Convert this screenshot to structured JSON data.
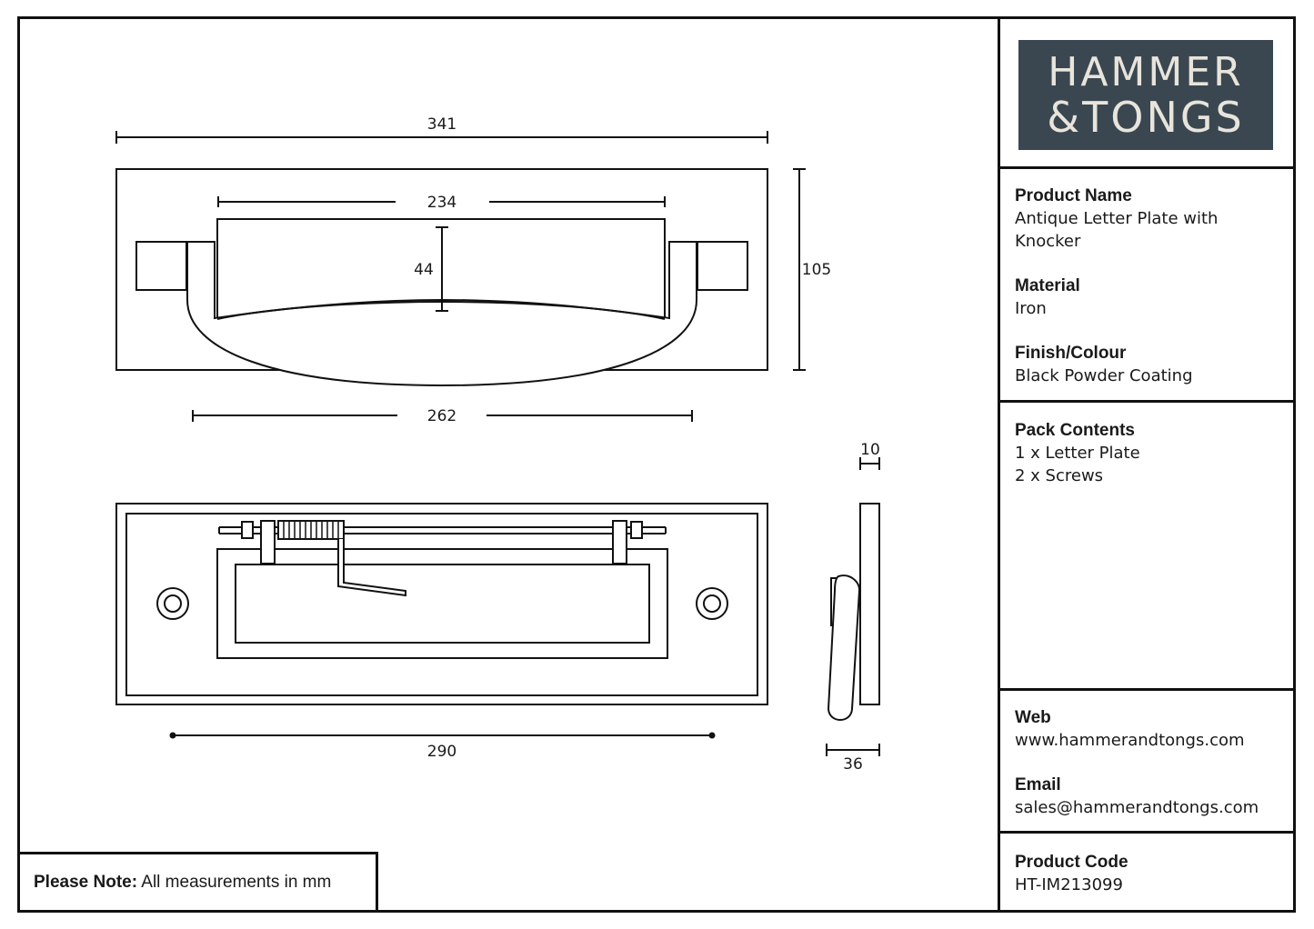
{
  "logo": {
    "line1": "HAMMER",
    "line2": "&TONGS"
  },
  "product": {
    "label": "Product Name",
    "value_line1": "Antique Letter Plate with",
    "value_line2": "Knocker"
  },
  "material": {
    "label": "Material",
    "value": "Iron"
  },
  "finish": {
    "label": "Finish/Colour",
    "value": "Black Powder Coating"
  },
  "pack": {
    "label": "Pack Contents",
    "items": [
      "1 x Letter Plate",
      "2 x Screws"
    ]
  },
  "web": {
    "label": "Web",
    "value": "www.hammerandtongs.com"
  },
  "email": {
    "label": "Email",
    "value": "sales@hammerandtongs.com"
  },
  "code": {
    "label": "Product Code",
    "value": "HT-IM213099"
  },
  "note": {
    "label": "Please Note:",
    "text": "All measurements in mm"
  },
  "dimensions": {
    "overall_width": "341",
    "handle_width": "234",
    "slot_height": "44",
    "plate_height": "105",
    "knocker_span": "262",
    "back_width": "290",
    "side_thickness": "10",
    "side_depth": "36"
  }
}
